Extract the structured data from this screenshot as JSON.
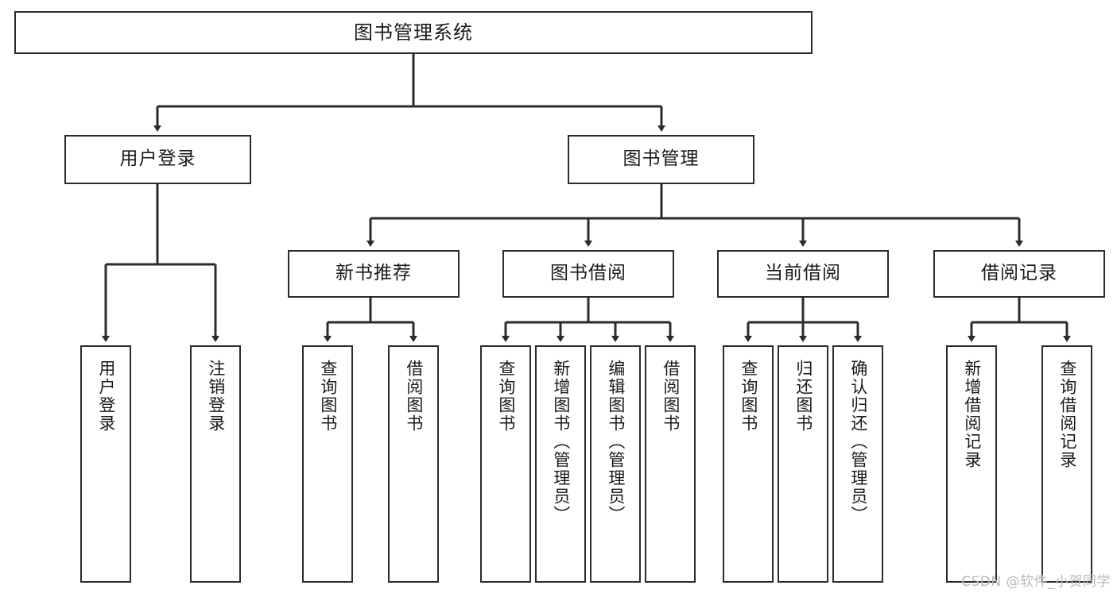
{
  "diagram": {
    "type": "tree",
    "title": "图书管理系统",
    "watermark": "CSDN @软件_小贺同学",
    "root": {
      "label": "图书管理系统"
    },
    "level2": [
      {
        "id": "user-login",
        "label": "用户登录"
      },
      {
        "id": "book-manage",
        "label": "图书管理"
      }
    ],
    "level3": [
      {
        "id": "new-book-recommend",
        "label": "新书推荐",
        "parent": "book-manage"
      },
      {
        "id": "book-borrow",
        "label": "图书借阅",
        "parent": "book-manage"
      },
      {
        "id": "current-borrow",
        "label": "当前借阅",
        "parent": "book-manage"
      },
      {
        "id": "borrow-record",
        "label": "借阅记录",
        "parent": "book-manage"
      }
    ],
    "leaves": [
      {
        "id": "leaf-user-login",
        "label": "用户登录",
        "parent": "user-login"
      },
      {
        "id": "leaf-logout-login",
        "label": "注销登录",
        "parent": "user-login"
      },
      {
        "id": "leaf-query-book-1",
        "label": "查询图书",
        "parent": "new-book-recommend"
      },
      {
        "id": "leaf-borrow-book-1",
        "label": "借阅图书",
        "parent": "new-book-recommend"
      },
      {
        "id": "leaf-query-book-2",
        "label": "查询图书",
        "parent": "book-borrow"
      },
      {
        "id": "leaf-add-book",
        "label": "新增图书（管理员）",
        "parent": "book-borrow"
      },
      {
        "id": "leaf-edit-book",
        "label": "编辑图书（管理员）",
        "parent": "book-borrow"
      },
      {
        "id": "leaf-borrow-book-2",
        "label": "借阅图书",
        "parent": "book-borrow"
      },
      {
        "id": "leaf-query-book-3",
        "label": "查询图书",
        "parent": "current-borrow"
      },
      {
        "id": "leaf-return-book",
        "label": "归还图书",
        "parent": "current-borrow"
      },
      {
        "id": "leaf-confirm-return",
        "label": "确认归还（管理员）",
        "parent": "current-borrow"
      },
      {
        "id": "leaf-add-record",
        "label": "新增借阅记录",
        "parent": "borrow-record"
      },
      {
        "id": "leaf-query-record",
        "label": "查询借阅记录",
        "parent": "borrow-record"
      }
    ],
    "colors": {
      "stroke": "#2b2b2b",
      "fill": "#ffffff",
      "text": "#1a1a1a",
      "watermark": "#b9b9b9"
    }
  }
}
